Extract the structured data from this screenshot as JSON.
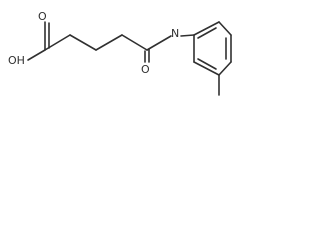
{
  "structure": {
    "atoms": {
      "oxygen_carbonyl": "O",
      "hydroxyl": "OH",
      "amide_oxygen": "O",
      "amide_nitrogen": "N"
    }
  }
}
